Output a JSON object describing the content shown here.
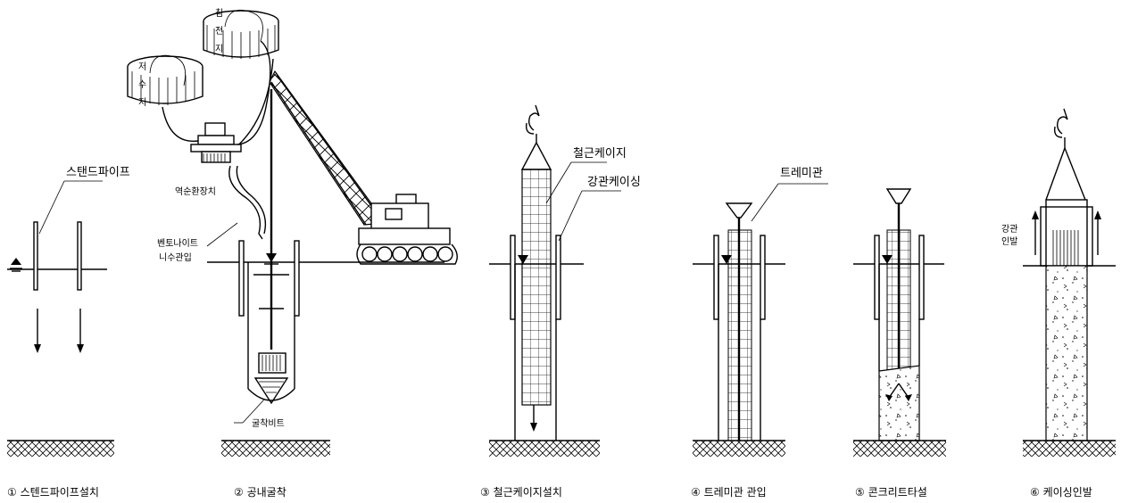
{
  "labels": {
    "standpipe": "스탠드파이프",
    "settling_tank": [
      "침",
      "전",
      "지"
    ],
    "reservoir": [
      "저",
      "수",
      "지"
    ],
    "reverse_circulation": "역순환장치",
    "bentonite": [
      "벤토나이트",
      "니수관입"
    ],
    "drill_bit": "굴착비트",
    "rebar_cage": "철근케이지",
    "steel_casing": "강관케이싱",
    "tremie": "트레미관",
    "casing_pull": [
      "강관",
      "인발"
    ]
  },
  "captions": [
    "① 스텐드파이프설치",
    "② 공내굴착",
    "③ 철근케이지설치",
    "④ 트레미관 관입",
    "⑤ 콘크리트타설",
    "⑥ 케이싱인발"
  ]
}
